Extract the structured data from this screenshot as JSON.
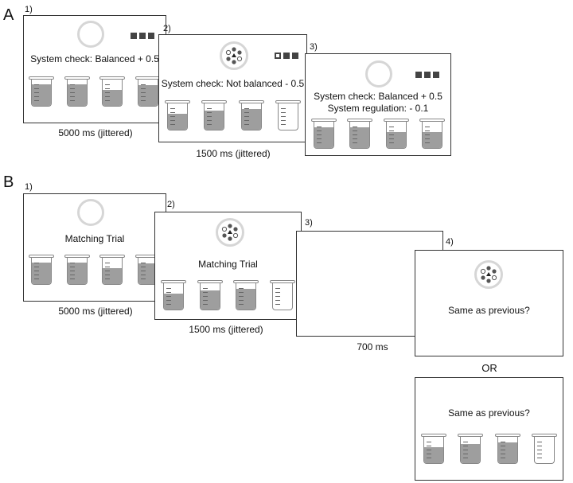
{
  "panelA": {
    "label": "A",
    "screens": [
      {
        "step": "1)",
        "message": "System check: Balanced + 0.5",
        "message2": "",
        "duration": "5000 ms  (jittered)",
        "indicator": "ring",
        "squares": [
          "filled",
          "filled",
          "filled"
        ],
        "fills": [
          0.82,
          0.82,
          0.62,
          0.8
        ]
      },
      {
        "step": "2)",
        "message": "System check: Not balanced - 0.5",
        "message2": "",
        "duration": "1500 ms  (jittered)",
        "indicator": "dial",
        "squares": [
          "hollow",
          "filled",
          "filled"
        ],
        "fills": [
          0.62,
          0.72,
          0.78,
          0.0
        ]
      },
      {
        "step": "3)",
        "message": "System check: Balanced + 0.5",
        "message2": "System regulation: - 0.1",
        "duration": "",
        "indicator": "ring",
        "squares": [
          "filled",
          "filled",
          "filled"
        ],
        "fills": [
          0.8,
          0.8,
          0.62,
          0.62
        ]
      }
    ]
  },
  "panelB": {
    "label": "B",
    "screens": [
      {
        "step": "1)",
        "message": "Matching Trial",
        "duration": "5000 ms  (jittered)",
        "indicator": "ring",
        "fills": [
          0.82,
          0.82,
          0.62,
          0.8
        ]
      },
      {
        "step": "2)",
        "message": "Matching Trial",
        "duration": "1500 ms  (jittered)",
        "indicator": "dial",
        "fills": [
          0.62,
          0.72,
          0.78,
          0.0
        ]
      },
      {
        "step": "3)",
        "message": "",
        "duration": "700 ms",
        "indicator": "none",
        "fills": []
      },
      {
        "step": "4)",
        "message": "Same as previous?",
        "duration": "",
        "indicator": "dial",
        "fills": []
      }
    ],
    "or_label": "OR",
    "alt_screen": {
      "message": "Same as previous?",
      "fills": [
        0.62,
        0.72,
        0.78,
        0.0
      ]
    }
  }
}
